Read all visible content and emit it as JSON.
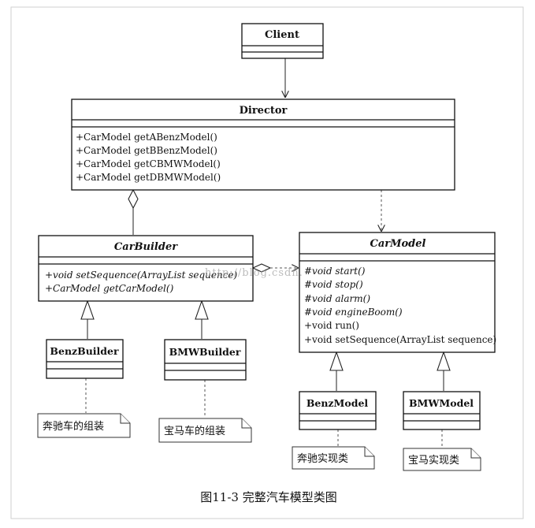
{
  "director": {
    "name": "Director",
    "methods": [
      "+CarModel getABenzModel()",
      "+CarModel getBBenzModel()",
      "+CarModel getCBMWModel()",
      "+CarModel getDBMWModel()"
    ]
  },
  "client": {
    "name": "Client"
  },
  "car_builder": {
    "name": "CarBuilder",
    "methods": [
      "+void setSequence(ArrayList sequence)",
      "+CarModel getCarModel()"
    ]
  },
  "car_model": {
    "name": "CarModel",
    "methods": [
      "#void start()",
      "#void stop()",
      "#void alarm()",
      "#void engineBoom()",
      "+void run()",
      "+void setSequence(ArrayList sequence)"
    ]
  },
  "benz_builder": {
    "name": "BenzBuilder",
    "note": "奔驰车的组装"
  },
  "bmw_builder": {
    "name": "BMWBuilder",
    "note": "宝马车的组装"
  },
  "benz_model": {
    "name": "BenzModel",
    "note": "奔驰实现类"
  },
  "bmw_model": {
    "name": "BMWModel",
    "note": "宝马实现类"
  },
  "watermark": "http://blog.csdn.",
  "caption": "图11-3 完整汽车模型类图"
}
